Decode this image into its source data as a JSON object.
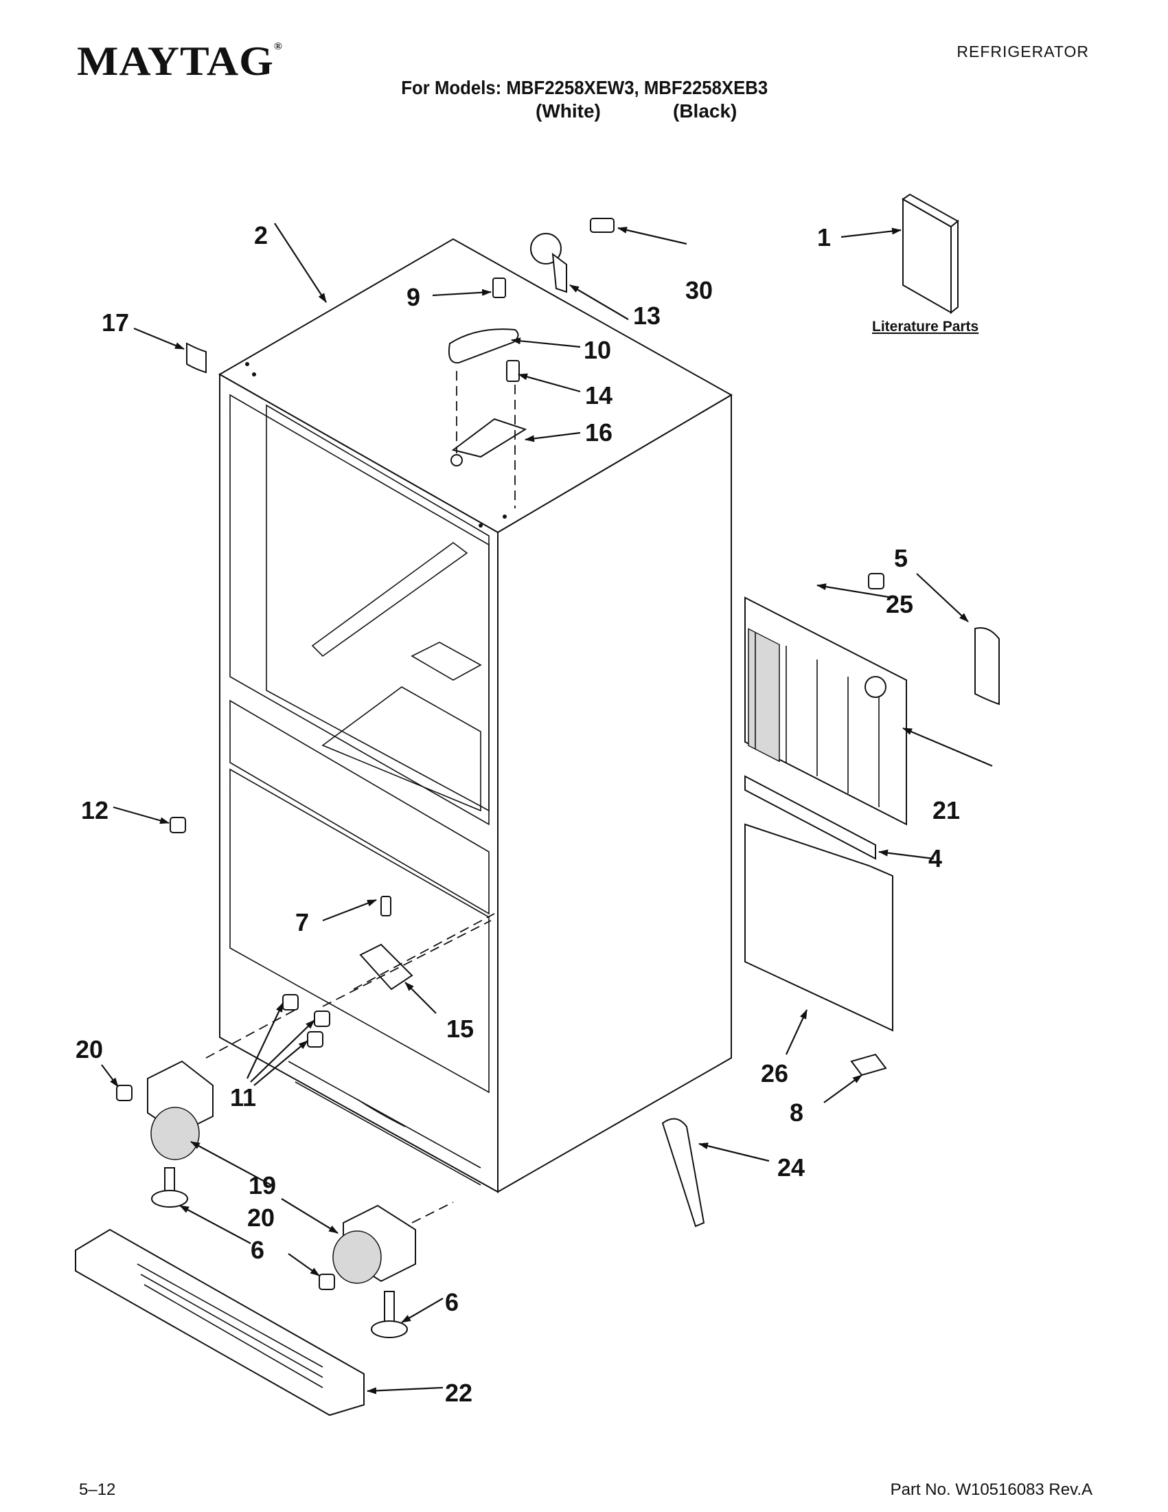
{
  "header": {
    "brand": "MAYTAG",
    "brand_mark": "®",
    "category": "REFRIGERATOR",
    "models_line": "For Models: MBF2258XEW3, MBF2258XEB3",
    "variant_white": "(White)",
    "variant_black": "(Black)"
  },
  "diagram": {
    "literature_label": "Literature Parts",
    "callouts": [
      "1",
      "2",
      "4",
      "5",
      "6",
      "6",
      "7",
      "8",
      "9",
      "10",
      "11",
      "12",
      "13",
      "14",
      "15",
      "16",
      "17",
      "19",
      "20",
      "20",
      "21",
      "22",
      "24",
      "25",
      "26",
      "30"
    ]
  },
  "footer": {
    "date_code": "5–12",
    "part_number": "Part No. W10516083 Rev.A"
  }
}
